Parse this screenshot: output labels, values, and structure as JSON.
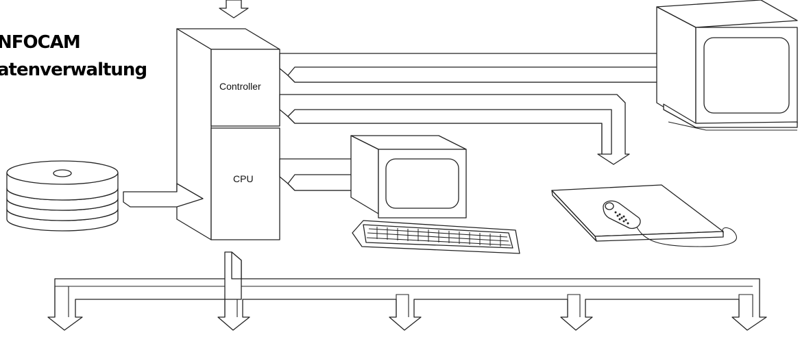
{
  "title": {
    "line1": "NFOCAM",
    "line2": "atenverwaltung"
  },
  "labels": {
    "controller": "Controller",
    "cpu": "CPU"
  }
}
